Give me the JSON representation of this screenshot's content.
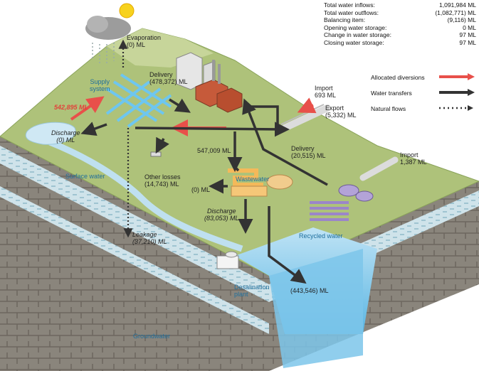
{
  "summary": {
    "rows": [
      {
        "label": "Total water inflows:",
        "value": "1,091,984 ML"
      },
      {
        "label": "Total water outflows:",
        "value": "(1,082,771) ML"
      },
      {
        "label": "Balancing item:",
        "value": "(9,116) ML"
      },
      {
        "label": "Opening water storage:",
        "value": "0 ML"
      },
      {
        "label": "Change in water storage:",
        "value": "97 ML"
      },
      {
        "label": "Closing water storage:",
        "value": "97 ML"
      }
    ]
  },
  "legend": {
    "allocated": {
      "label": "Allocated diversions",
      "color": "#e8504a"
    },
    "transfers": {
      "label": "Water transfers",
      "color": "#333333"
    },
    "natural": {
      "label": "Natural flows",
      "color": "#333333"
    }
  },
  "labels": {
    "evaporation_title": "Evaporation",
    "evaporation_value": "(0) ML",
    "supply_line1": "Supply",
    "supply_line2": "system",
    "delivery1_title": "Delivery",
    "delivery1_value": "(478,372) ML",
    "diversion_value": "542,895 ML",
    "import1_title": "Import",
    "import1_value": "693 ML",
    "export_title": "Export",
    "export_value": "(5,332) ML",
    "discharge1_title": "Discharge",
    "discharge1_value": "(0) ML",
    "transfer_value": "547,009 ML",
    "delivery2_title": "Delivery",
    "delivery2_value": "(20,515) ML",
    "import2_title": "Import",
    "import2_value": "1,387 ML",
    "surface_water": "Surface water",
    "other_losses_title": "Other losses",
    "other_losses_value": "(14,743) ML",
    "wastewater": "Wastewater",
    "zero_ml": "(0) ML",
    "discharge2_title": "Discharge",
    "discharge2_value": "(83,053) ML",
    "recycled_water": "Recycled water",
    "leakage_title": "Leakage",
    "leakage_value": "(37,210) ML",
    "desal_line1": "Desalination",
    "desal_line2": "plant",
    "ocean_value": "(443,546) ML",
    "groundwater": "Groundwater"
  }
}
